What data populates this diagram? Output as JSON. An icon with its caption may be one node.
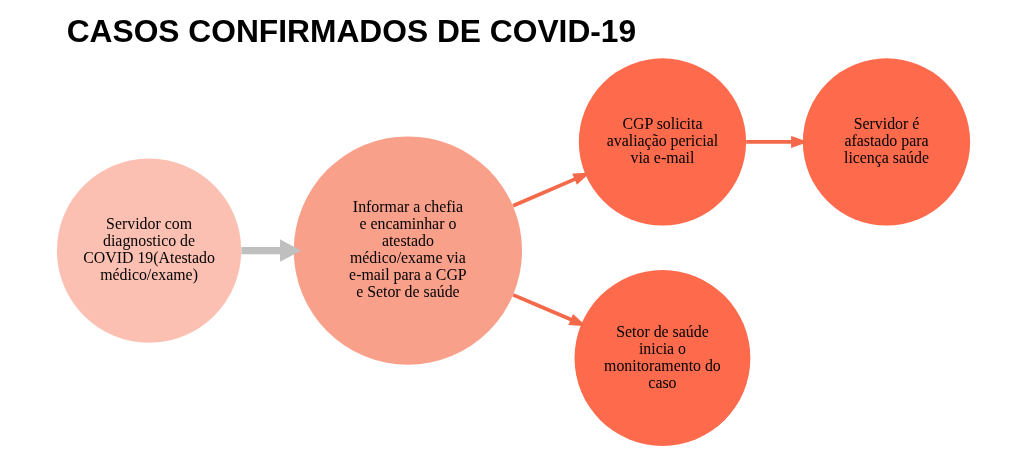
{
  "diagram": {
    "title": "CASOS CONFIRMADOS DE COVID-19",
    "nodes": [
      {
        "text": [
          "Servidor com diagnostico de COVID 19(Atestado médico/exame)"
        ]
      },
      {
        "text": [
          "Informar a chefia e encaminhar o atestado médico/exame via e-mail para a CGP  e Setor de saúde"
        ]
      },
      {
        "text": [
          "CGP solicita avaliação pericial via e-mail"
        ]
      },
      {
        "text": [
          "Servidor é afastado para licença saúde"
        ]
      },
      {
        "text": [
          "Setor de saúde inicia o monitoramento do caso"
        ]
      }
    ],
    "edges": [
      {
        "from": 0,
        "to": 1,
        "arrow": "to",
        "style": "thick",
        "color": "#bfbfbf"
      },
      {
        "from": 1,
        "to": 2,
        "arrow": "to"
      },
      {
        "from": 2,
        "to": 3,
        "arrow": "to"
      },
      {
        "from": 1,
        "to": 4,
        "arrow": "to"
      }
    ]
  }
}
